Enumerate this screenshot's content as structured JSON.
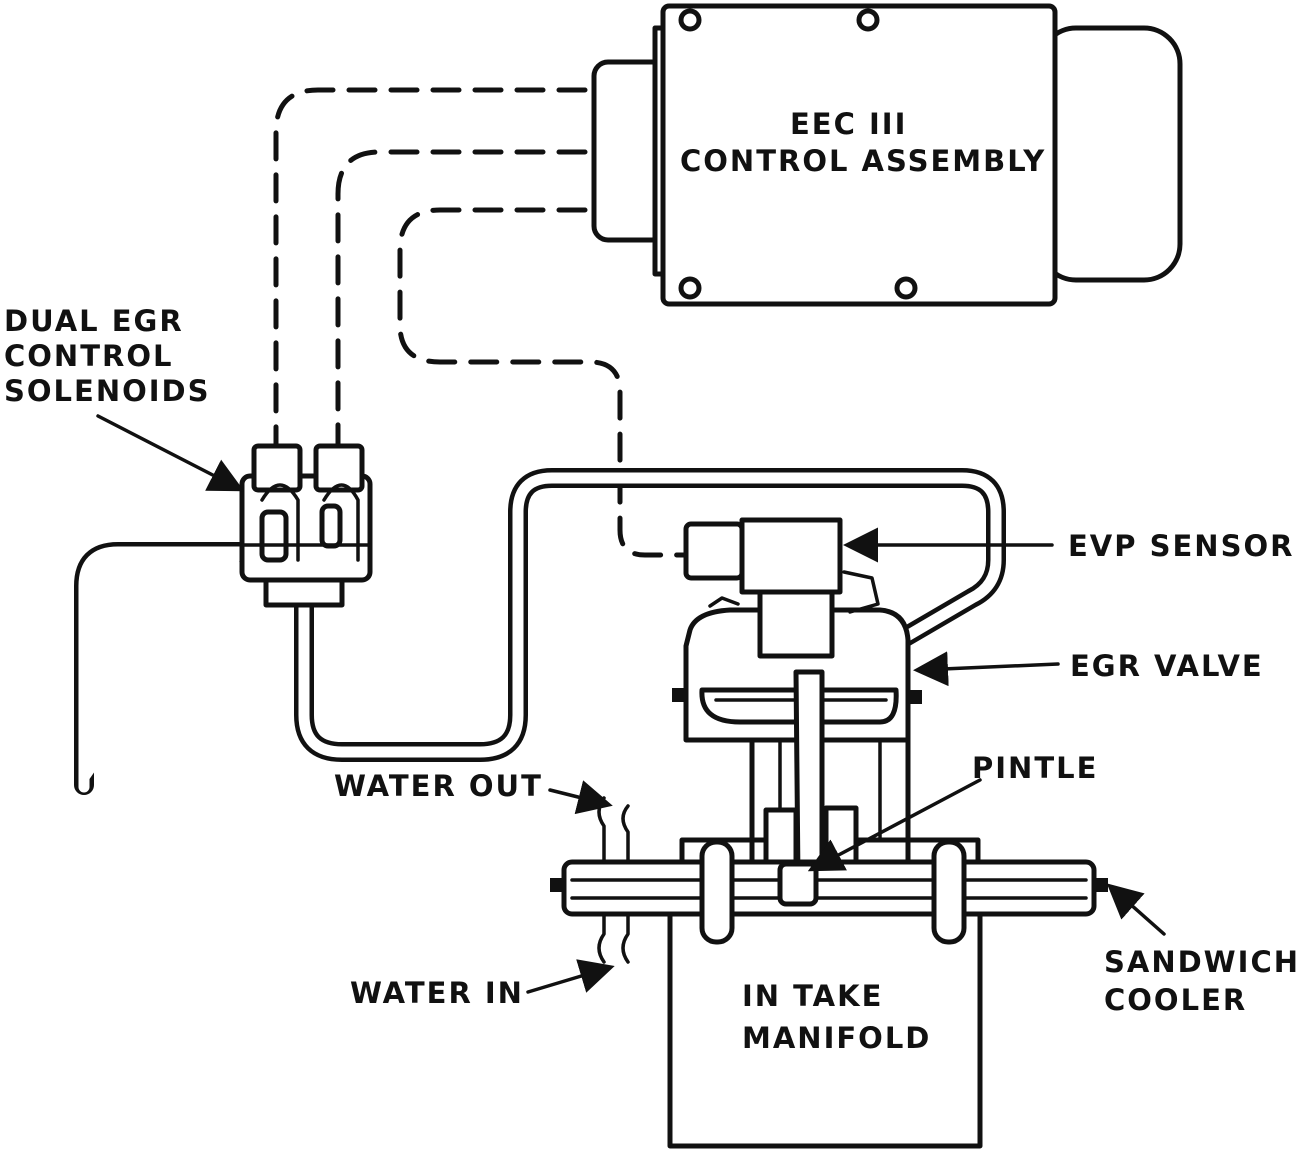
{
  "labels": {
    "eec_line1": "EEC III",
    "eec_line2": "CONTROL ASSEMBLY",
    "dual_line1": "DUAL EGR",
    "dual_line2": "CONTROL",
    "dual_line3": "SOLENOIDS",
    "evp_sensor": "EVP SENSOR",
    "egr_valve": "EGR VALVE",
    "pintle": "PINTLE",
    "water_out": "WATER OUT",
    "water_in": "WATER IN",
    "intake_line1": "IN TAKE",
    "intake_line2": "MANIFOLD",
    "cooler_line1": "SANDWICH",
    "cooler_line2": "COOLER"
  },
  "colors": {
    "line": "#111111",
    "background": "#ffffff"
  }
}
